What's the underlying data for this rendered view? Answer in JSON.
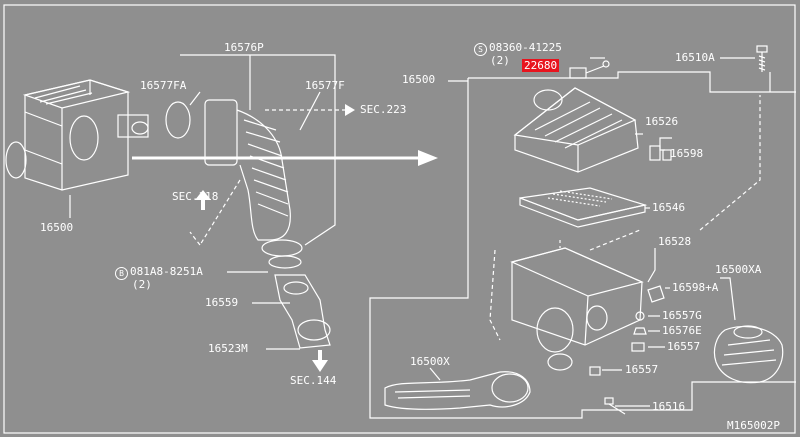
{
  "diagram_code": "M165002P",
  "labels": {
    "p16576p": "16576P",
    "p16577fa": "16577FA",
    "p16577f": "16577F",
    "sec223": "SEC.223",
    "p16500_top": "16500",
    "bolt_code": "08360-41225",
    "bolt_qty": "(2)",
    "bolt_prefix": "S",
    "p22680": "22680",
    "p16510a": "16510A",
    "p16526": "16526",
    "p16598": "16598",
    "sec118": "SEC.118",
    "p16500_left": "16500",
    "p16546": "16546",
    "p16528": "16528",
    "bolt2_code": "081A8-8251A",
    "bolt2_qty": "(2)",
    "bolt2_prefix": "B",
    "p16500xa": "16500XA",
    "p16598a": "16598+A",
    "p16559": "16559",
    "p16557g": "16557G",
    "p16576e": "16576E",
    "p16523m": "16523M",
    "p16557a": "16557",
    "p16500x": "16500X",
    "p16557b": "16557",
    "sec144": "SEC.144",
    "p16516": "16516"
  },
  "colors": {
    "background": "#8f8f8f",
    "line": "#ffffff",
    "highlight": "#e8141e"
  }
}
